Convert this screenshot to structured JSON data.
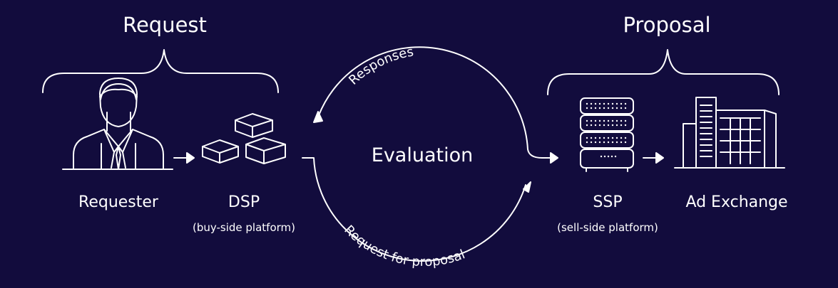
{
  "colors": {
    "background": "#120c3d",
    "foreground": "#ffffff"
  },
  "left_group": {
    "heading": "Request",
    "requester": {
      "label": "Requester",
      "icon": "person-icon"
    },
    "dsp": {
      "label": "DSP",
      "sublabel": "(buy-side platform)",
      "icon": "boxes-icon"
    }
  },
  "right_group": {
    "heading": "Proposal",
    "ssp": {
      "label": "SSP",
      "sublabel": "(sell-side platform)",
      "icon": "server-icon"
    },
    "ad_exchange": {
      "label": "Ad Exchange",
      "icon": "buildings-icon"
    }
  },
  "cycle": {
    "center_label": "Evaluation",
    "top_arc_label": "Responses",
    "bottom_arc_label": "Request for proposal"
  }
}
